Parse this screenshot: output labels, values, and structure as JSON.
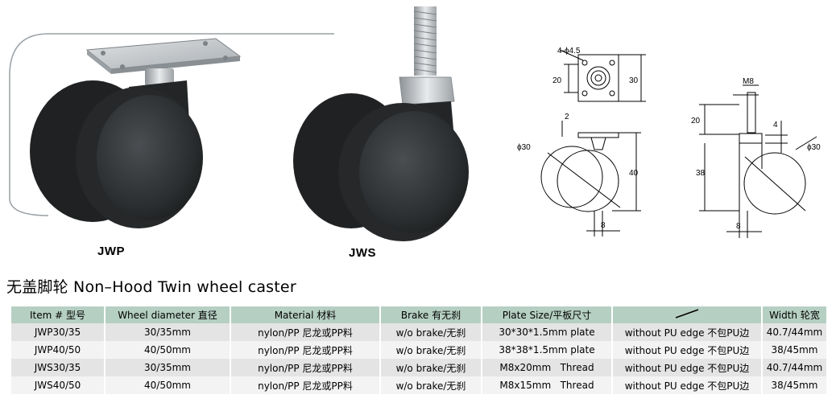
{
  "products": {
    "left_model": "JWP",
    "right_model": "JWS"
  },
  "drawing": {
    "plate_holes": "4-ϕ4.5",
    "plate_dim_inner": "20",
    "plate_dim_outer": "30",
    "plate_thickness": "2",
    "jwp_wheel_dia": "ϕ30",
    "jwp_height": "40",
    "jwp_width": "8",
    "thread_label": "M8",
    "thread_length": "20",
    "jws_nut": "4",
    "jws_height": "38",
    "jws_wheel_dia": "ϕ30",
    "jws_width": "8"
  },
  "title": "无盖脚轮 Non–Hood Twin wheel caster",
  "table": {
    "headers": [
      "Item # 型号",
      "Wheel diameter 直径",
      "Material 材料",
      "Brake 有无刹",
      "Plate Size/平板尺寸",
      "",
      "Width 轮宽"
    ],
    "rows": [
      [
        "JWP30/35",
        "30/35mm",
        "nylon/PP 尼龙或PP料",
        "w/o brake/无刹",
        "30*30*1.5mm plate",
        "without PU edge 不包PU边",
        "40.7/44mm"
      ],
      [
        "JWP40/50",
        "40/50mm",
        "nylon/PP 尼龙或PP料",
        "w/o brake/无刹",
        "38*38*1.5mm plate",
        "without PU edge 不包PU边",
        "38/45mm"
      ],
      [
        "JWS30/35",
        "30/35mm",
        "nylon/PP 尼龙或PP料",
        "w/o brake/无刹",
        "M8x20mm   Thread",
        "without PU edge 不包PU边",
        "40.7/44mm"
      ],
      [
        "JWS40/50",
        "40/50mm",
        "nylon/PP 尼龙或PP料",
        "w/o brake/无刹",
        "M8x15mm   Thread",
        "without PU edge 不包PU边",
        "38/45mm"
      ]
    ]
  },
  "colors": {
    "header_bg": "#b6cfc3",
    "row_odd": "#e4e4e4",
    "row_even": "#f3f3f3",
    "wheel": "#2b2e30"
  }
}
